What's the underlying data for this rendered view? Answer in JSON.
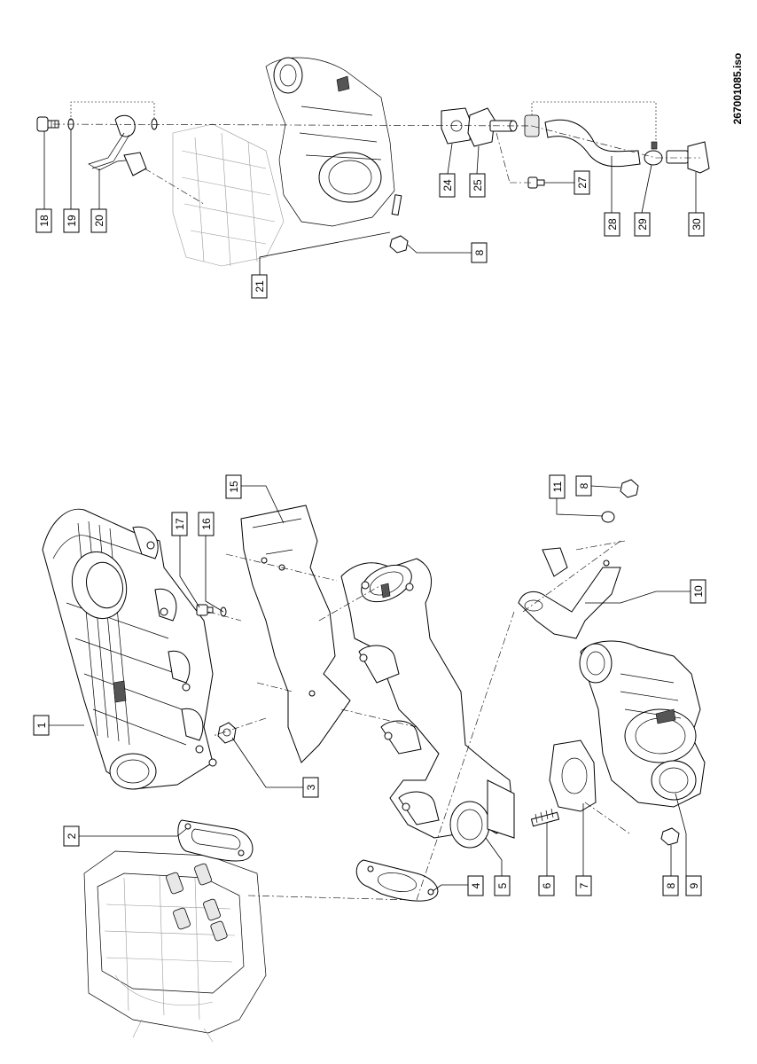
{
  "drawing_reference": "267001085.iso",
  "callouts": [
    {
      "id": "c1",
      "label": "1"
    },
    {
      "id": "c2",
      "label": "2"
    },
    {
      "id": "c3",
      "label": "3"
    },
    {
      "id": "c4",
      "label": "4"
    },
    {
      "id": "c5",
      "label": "5"
    },
    {
      "id": "c6",
      "label": "6"
    },
    {
      "id": "c7",
      "label": "7"
    },
    {
      "id": "c8a",
      "label": "8"
    },
    {
      "id": "c9",
      "label": "9"
    },
    {
      "id": "c10",
      "label": "10"
    },
    {
      "id": "c11",
      "label": "11"
    },
    {
      "id": "c8b",
      "label": "8"
    },
    {
      "id": "c15",
      "label": "15"
    },
    {
      "id": "c16",
      "label": "16"
    },
    {
      "id": "c17",
      "label": "17"
    },
    {
      "id": "c18",
      "label": "18"
    },
    {
      "id": "c19",
      "label": "19"
    },
    {
      "id": "c20",
      "label": "20"
    },
    {
      "id": "c21",
      "label": "21"
    },
    {
      "id": "c8c",
      "label": "8"
    },
    {
      "id": "c24",
      "label": "24"
    },
    {
      "id": "c25",
      "label": "25"
    },
    {
      "id": "c27",
      "label": "27"
    },
    {
      "id": "c28",
      "label": "28"
    },
    {
      "id": "c29",
      "label": "29"
    },
    {
      "id": "c30",
      "label": "30"
    }
  ]
}
